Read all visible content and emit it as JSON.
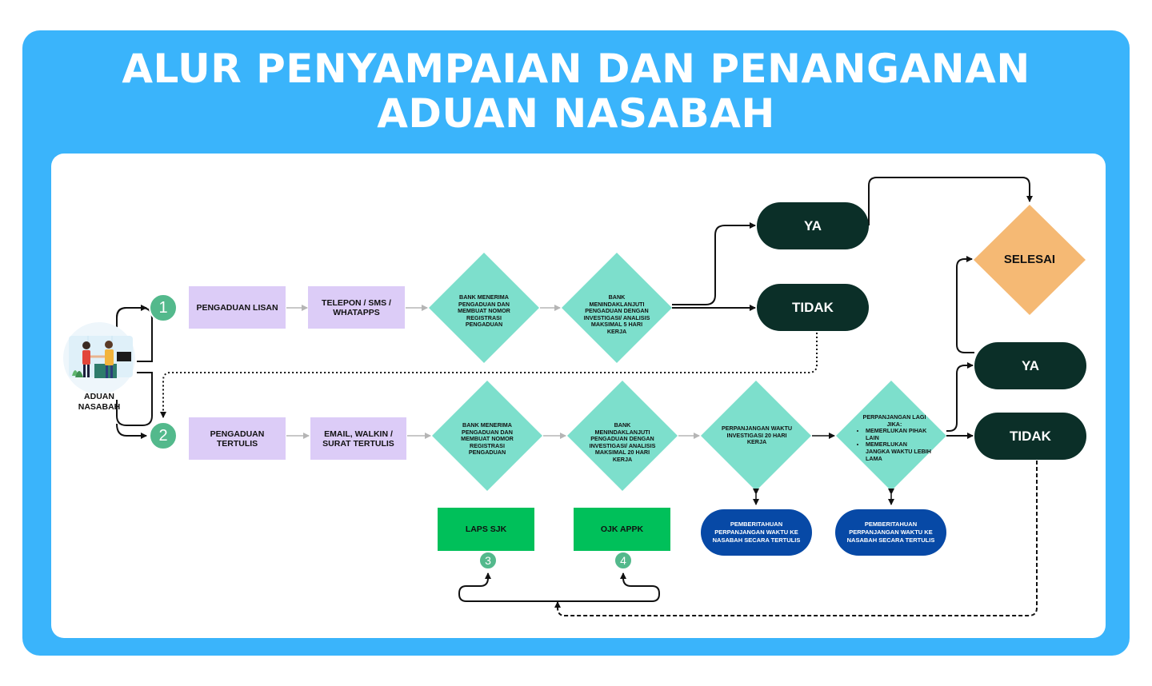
{
  "title": {
    "line1": "ALUR PENYAMPAIAN DAN PENANGANAN",
    "line2": "ADUAN NASABAH"
  },
  "start": {
    "label": "ADUAN\nNASABAH",
    "line1": "ADUAN",
    "line2": "NASABAH"
  },
  "steps": {
    "n1": "1",
    "n2": "2",
    "n3": "3",
    "n4": "4"
  },
  "row1": {
    "channel": "PENGADUAN LISAN",
    "media": "TELEPON / SMS / WHATAPPS",
    "receive": "BANK MENERIMA PENGADUAN DAN MEMBUAT NOMOR REGISTRASI PENGADUAN",
    "followup": "BANK MENINDAKLANJUTI PENGADUAN DENGAN INVESTIGASI/ ANALISIS MAKSIMAL 5 HARI KERJA",
    "yes": "YA",
    "no": "TIDAK"
  },
  "row2": {
    "channel": "PENGADUAN TERTULIS",
    "media": "EMAIL, WALKIN / SURAT TERTULIS",
    "receive": "BANK MENERIMA PENGADUAN DAN MEMBUAT NOMOR REGISTRASI PENGADUAN",
    "followup": "BANK MENINDAKLANJUTI PENGADUAN DENGAN INVESTIGASI/ ANALISIS MAKSIMAL 20 HARI KERJA",
    "extension": "PERPANJANGAN WAKTU INVESTIGASI 20 HARI KERJA",
    "extension2_title": "PERPANJANGAN LAGI JIKA:",
    "extension2_items": [
      "MEMERLUKAN PIHAK LAIN",
      "MEMERLUKAN JANGKA WAKTU LEBIH LAMA"
    ],
    "notify1": "PEMBERITAHUAN PERPANJANGAN WAKTU KE NASABAH SECARA TERTULIS",
    "notify2": "PEMBERITAHUAN PERPANJANGAN WAKTU KE NASABAH SECARA TERTULIS",
    "yes": "YA",
    "no": "TIDAK"
  },
  "end": "SELESAI",
  "external": {
    "laps": "LAPS SJK",
    "ojk": "OJK APPK"
  },
  "colors": {
    "background": "#3ab4fb",
    "lavender": "#dcccf7",
    "teal_diamond": "#7ddfcc",
    "dark_pill": "#0b2f28",
    "blue_pill": "#0749a6",
    "orange_diamond": "#f5b974",
    "green_box": "#00c05a",
    "step_circle": "#53b98c"
  }
}
